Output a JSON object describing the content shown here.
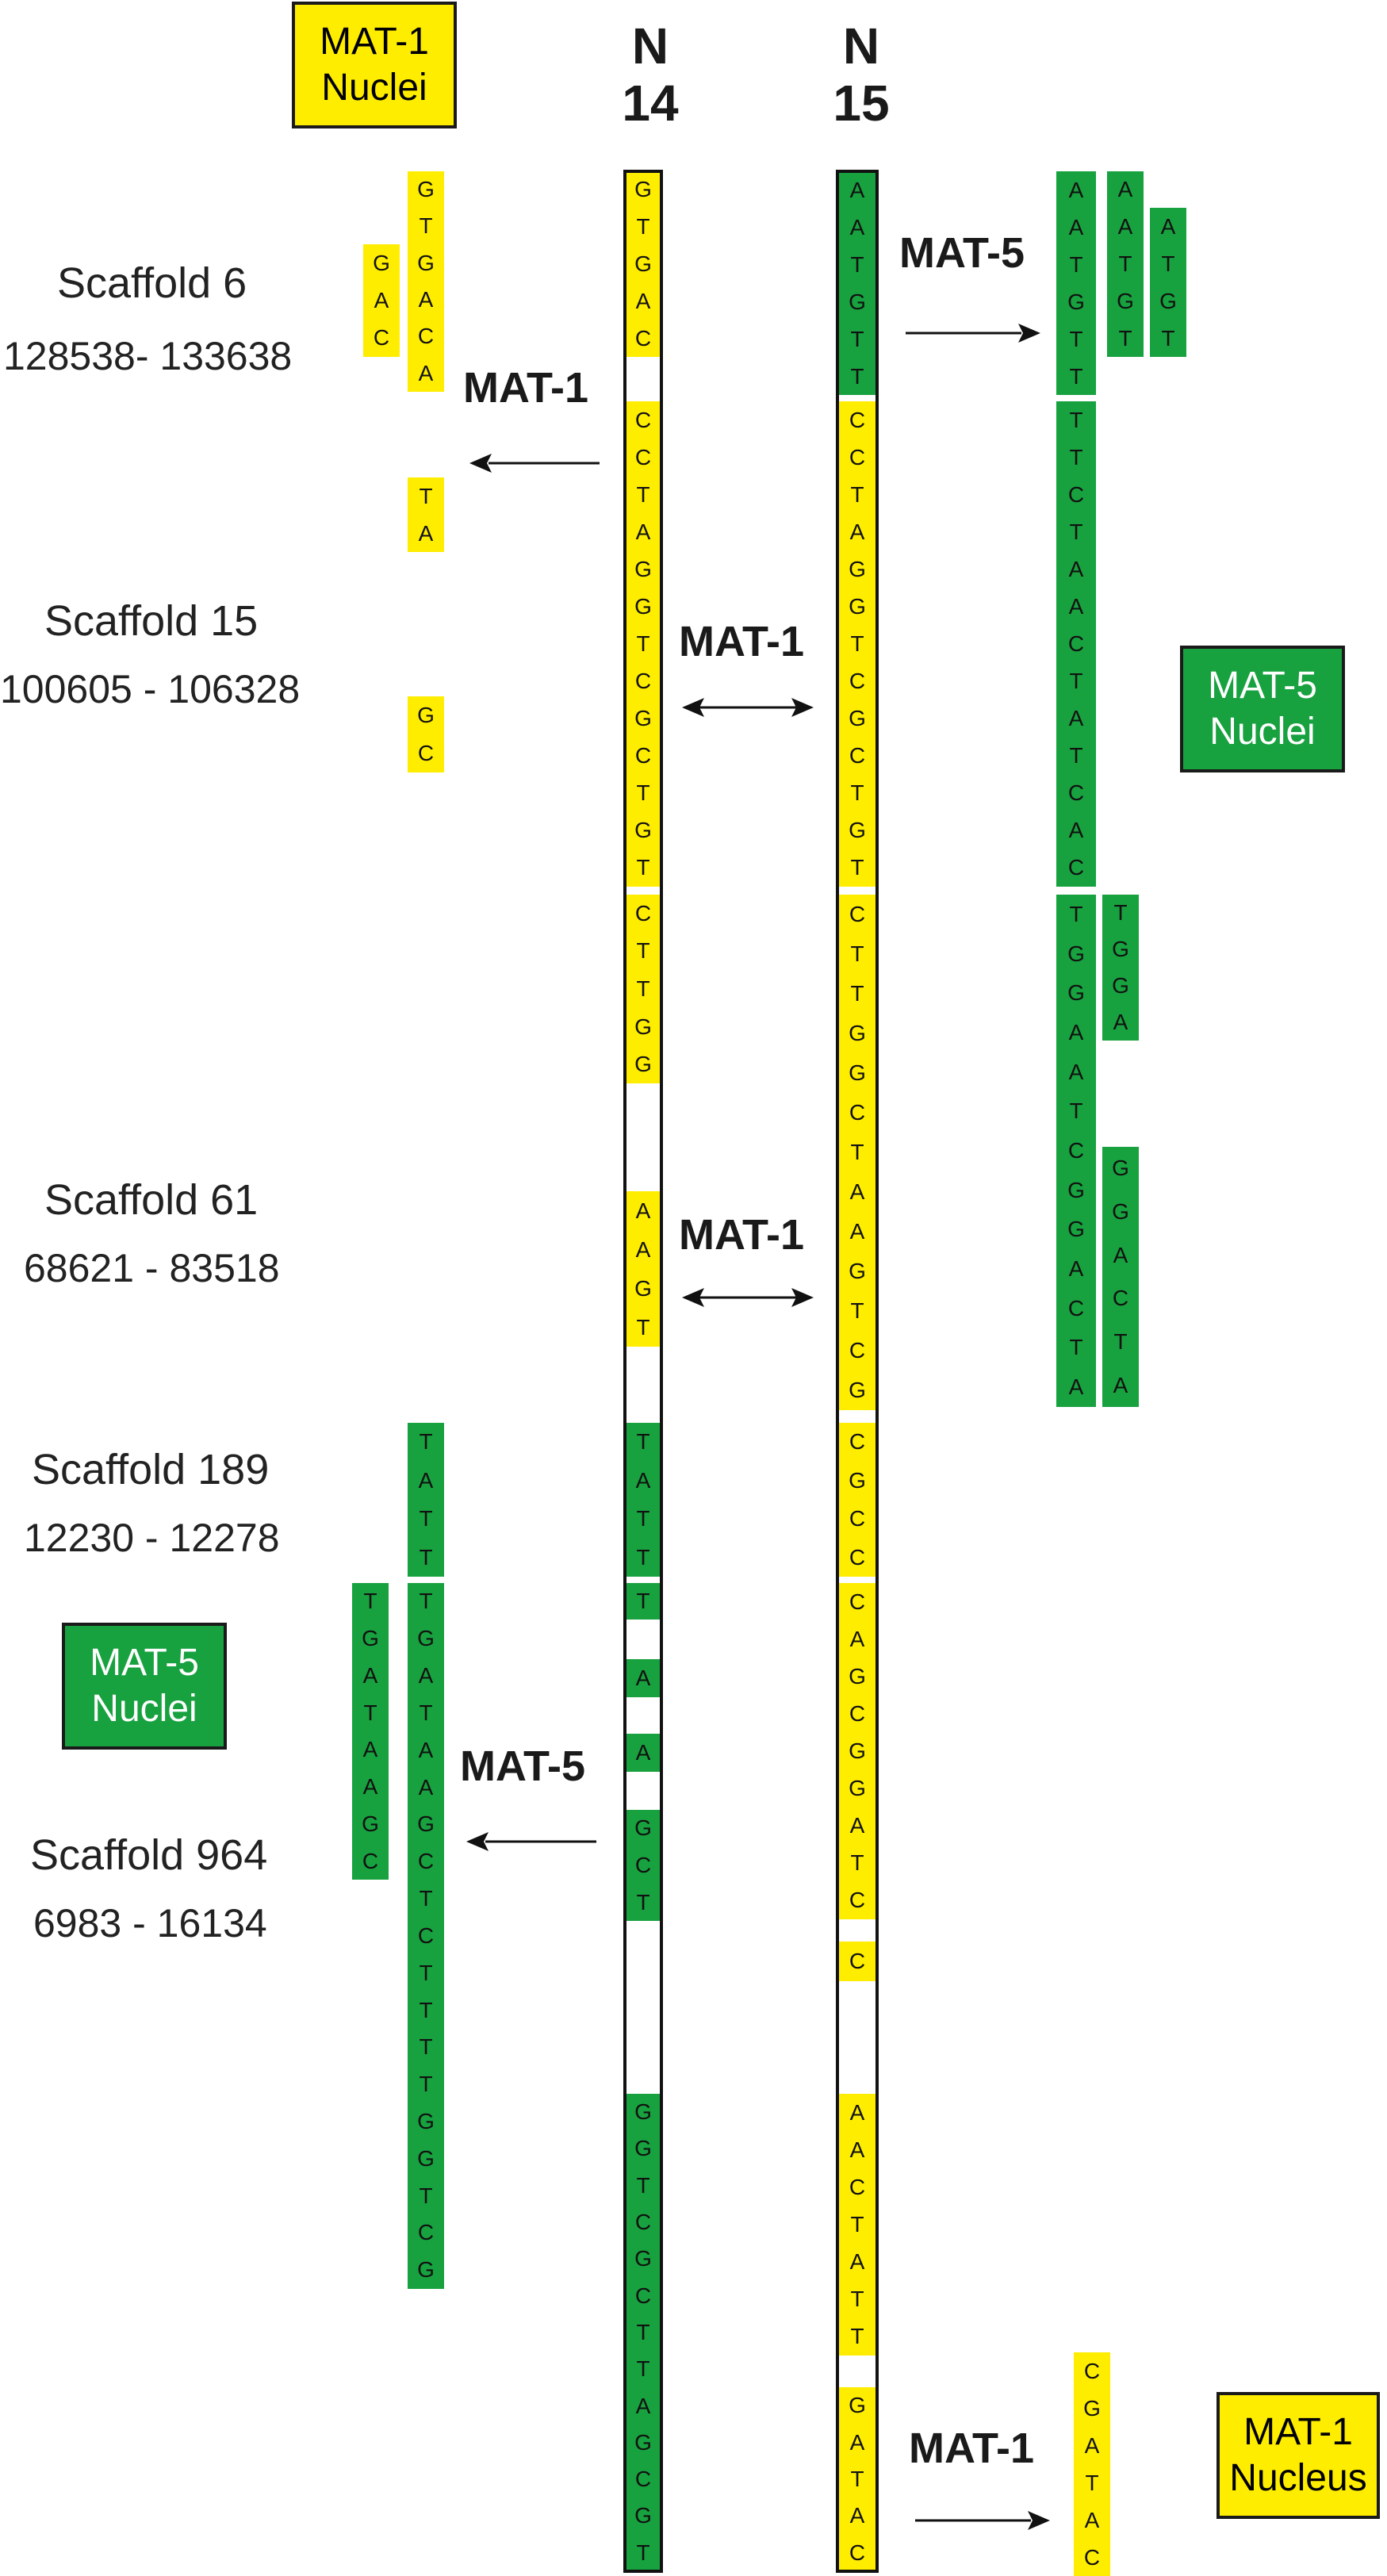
{
  "colors": {
    "yellow": "#ffed00",
    "green": "#18a13f",
    "white": "#ffffff",
    "black": "#111111"
  },
  "columns": {
    "n14": "N\n14",
    "n15": "N\n15",
    "n14_line1": "N",
    "n14_line2": "14",
    "n15_line1": "N",
    "n15_line2": "15"
  },
  "legends": {
    "mat1_nuclei": {
      "line1": "MAT-1",
      "line2": "Nuclei"
    },
    "mat5_nuclei_right": {
      "line1": "MAT-5",
      "line2": "Nuclei"
    },
    "mat5_nuclei_left": {
      "line1": "MAT-5",
      "line2": "Nuclei"
    },
    "mat1_nucleus": {
      "line1": "MAT-1",
      "line2": "Nucleus"
    }
  },
  "scaffolds": [
    {
      "name": "Scaffold 6",
      "range": "128538- 133638"
    },
    {
      "name": "Scaffold 15",
      "range": "100605 - 106328"
    },
    {
      "name": "Scaffold 61",
      "range": "68621 - 83518"
    },
    {
      "name": "Scaffold 189",
      "range": "12230 - 12278"
    },
    {
      "name": "Scaffold 964",
      "range": "6983 - 16134"
    }
  ],
  "mat_labels": {
    "top_right": "MAT-5",
    "scaf6": "MAT-1",
    "scaf15": "MAT-1",
    "scaf61": "MAT-1",
    "scaf964": "MAT-5",
    "bottom_right": "MAT-1"
  },
  "sequences": {
    "n14": [
      {
        "seq": "GTGAC",
        "color": "yellow"
      },
      {
        "seq": "CCTAGGTCGCTGT",
        "color": "yellow"
      },
      {
        "seq": "CTTGG",
        "color": "yellow"
      },
      {
        "seq": "AAGT",
        "color": "yellow"
      },
      {
        "seq": "TATT",
        "color": "green"
      },
      {
        "seq": "T",
        "color": "green"
      },
      {
        "seq": "A",
        "color": "green"
      },
      {
        "seq": "A",
        "color": "green"
      },
      {
        "seq": "GCT",
        "color": "green"
      },
      {
        "seq": "GGTCGCTTAGCGT",
        "color": "green"
      }
    ],
    "n15": [
      {
        "seq": "AATGTT",
        "color": "green"
      },
      {
        "seq": "CCTAGGTCGCTGT",
        "color": "yellow"
      },
      {
        "seq": "CTTGGCTAAGTCG",
        "color": "yellow"
      },
      {
        "seq": "CGCC",
        "color": "yellow"
      },
      {
        "seq": "CAGCGGATC",
        "color": "yellow"
      },
      {
        "seq": "C",
        "color": "yellow"
      },
      {
        "seq": "AACTATT",
        "color": "yellow"
      },
      {
        "seq": "GATAC",
        "color": "yellow"
      }
    ],
    "left_scaf6_a": "GTGACA",
    "left_scaf6_b": "GAC",
    "left_scaf6_c": "TA",
    "left_scaf15": "GC",
    "left_scaf189": "TATT",
    "left_scaf964_long": "TGATAAGCTCTTTTGGTCG",
    "left_scaf964_short": "TGATAAGC",
    "right_a1": "AATGTT",
    "right_a2": "AATGT",
    "right_a3": "ATGT",
    "right_b": "TTCTAACTATCAC",
    "right_c1": "TGGAATCGGACTA",
    "right_c2": "TGGA",
    "right_c3": "GGACTA",
    "bottom_right": "CGATAC"
  }
}
